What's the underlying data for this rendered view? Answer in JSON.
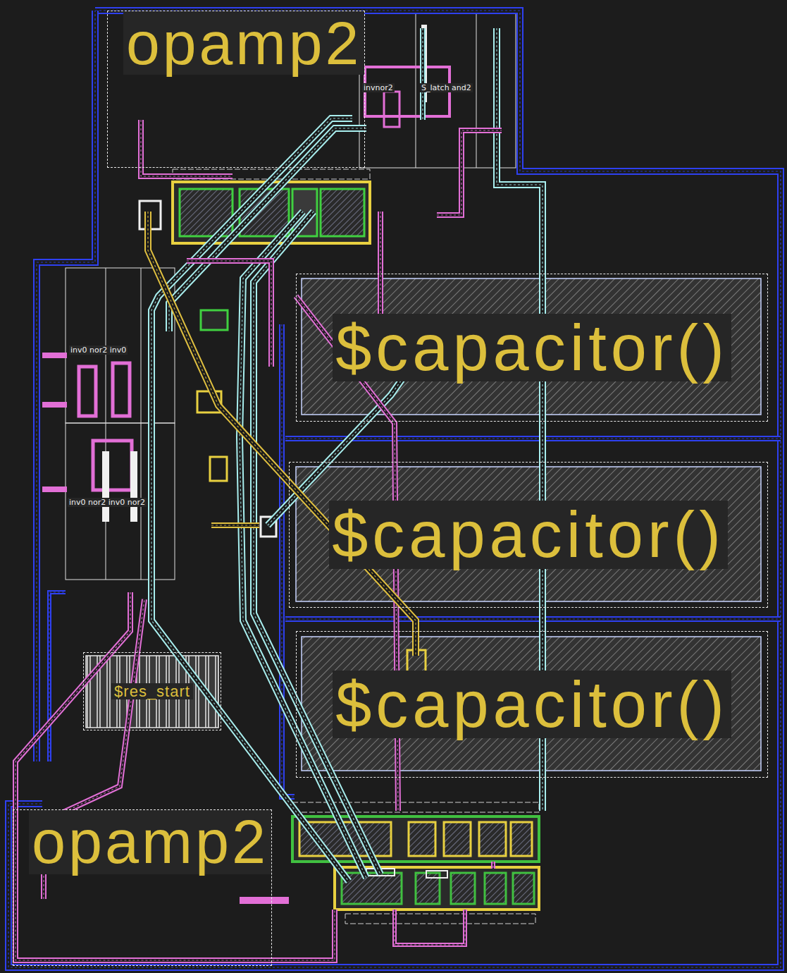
{
  "diagram": {
    "nodes": [
      {
        "text": [
          "opamp2"
        ]
      },
      {
        "text": [
          "$capacitor()"
        ]
      },
      {
        "text": [
          "$capacitor()"
        ]
      },
      {
        "text": [
          "$capacitor()"
        ]
      },
      {
        "text": [
          "$res_start"
        ]
      },
      {
        "text": [
          "opamp2"
        ]
      }
    ],
    "labels": [
      "invnor2",
      "S_latch and2",
      "inv0 nor2 inv0",
      "inv0 nor2 inv0 nor2"
    ]
  }
}
